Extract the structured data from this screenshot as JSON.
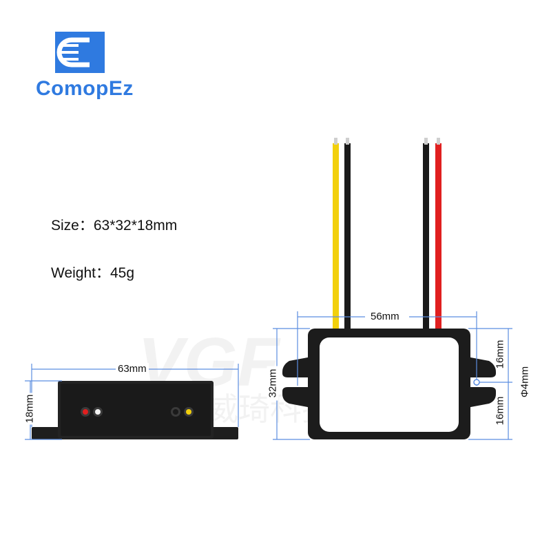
{
  "brand": {
    "name": "ComopEz",
    "color": "#2f7ae0"
  },
  "specs": {
    "size": "Size：63*32*18mm",
    "weight": "Weight：45g"
  },
  "dimensions": {
    "side_width": "63mm",
    "side_height": "18mm",
    "front_width": "56mm",
    "front_height": "32mm",
    "top_half": "16mm",
    "bottom_half": "16mm",
    "hole_diameter": "Φ4mm"
  },
  "watermark": {
    "latin": "VGF",
    "cjk": "威琦科技"
  },
  "colors": {
    "dimension_line": "#5b8de0",
    "wire_yellow": "#f2d00c",
    "wire_black": "#1a1a1a",
    "wire_red": "#e01f1f",
    "case": "#1c1c1c"
  },
  "icons": [
    "logo-c-speed-icon"
  ]
}
